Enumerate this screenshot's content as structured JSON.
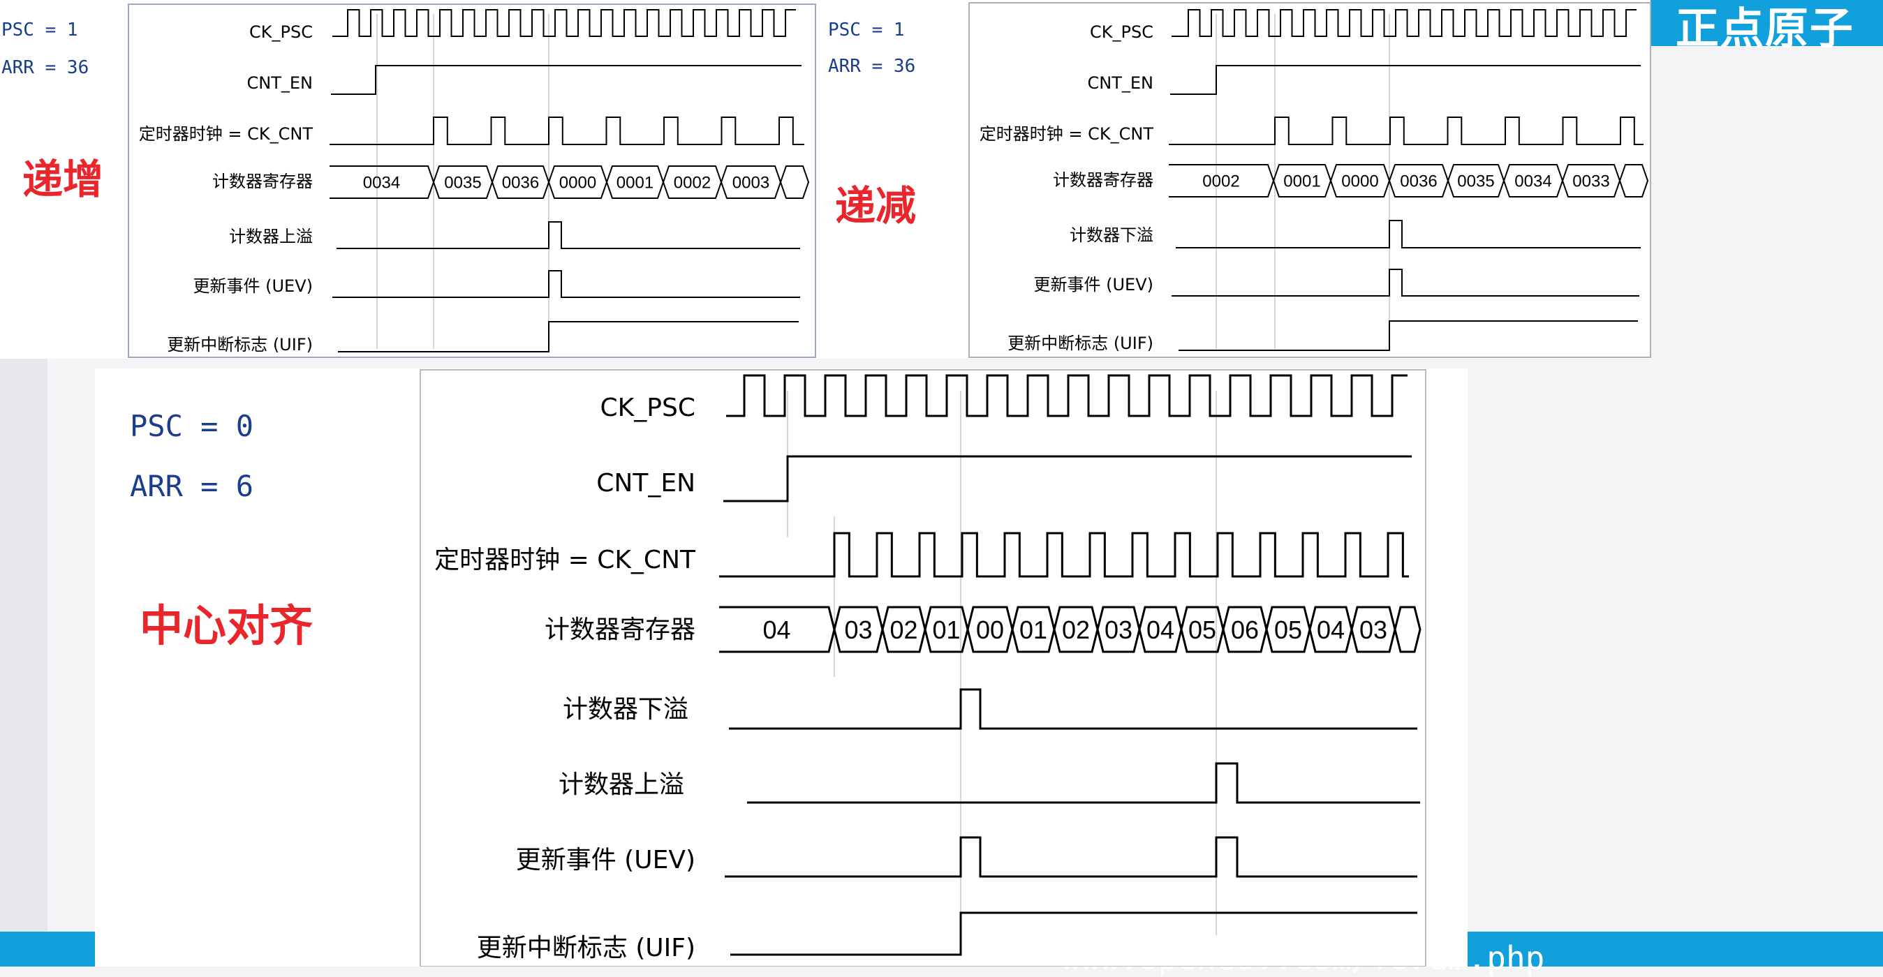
{
  "diagrams": [
    {
      "mode": "递增",
      "params": [
        "PSC = 1",
        "ARR = 36"
      ],
      "signals": {
        "ck_psc": "CK_PSC",
        "cnt_en": "CNT_EN",
        "timer_clock": "定时器时钟 = CK_CNT",
        "counter_register": "计数器寄存器",
        "overflow": "计数器上溢",
        "uev": "更新事件 (UEV)",
        "uif": "更新中断标志 (UIF)"
      },
      "register_values": [
        "0034",
        "0035",
        "0036",
        "0000",
        "0001",
        "0002",
        "0003"
      ]
    },
    {
      "mode": "递减",
      "params": [
        "PSC = 1",
        "ARR = 36"
      ],
      "signals": {
        "ck_psc": "CK_PSC",
        "cnt_en": "CNT_EN",
        "timer_clock": "定时器时钟 = CK_CNT",
        "counter_register": "计数器寄存器",
        "underflow": "计数器下溢",
        "uev": "更新事件 (UEV)",
        "uif": "更新中断标志 (UIF)"
      },
      "register_values": [
        "0002",
        "0001",
        "0000",
        "0036",
        "0035",
        "0034",
        "0033"
      ]
    },
    {
      "mode": "中心对齐",
      "params": [
        "PSC = 0",
        "ARR = 6"
      ],
      "signals": {
        "ck_psc": "CK_PSC",
        "cnt_en": "CNT_EN",
        "timer_clock": "定时器时钟 = CK_CNT",
        "counter_register": "计数器寄存器",
        "underflow": "计数器下溢",
        "overflow": "计数器上溢",
        "uev": "更新事件 (UEV)",
        "uif": "更新中断标志 (UIF)"
      },
      "register_values": [
        "04",
        "03",
        "02",
        "01",
        "00",
        "01",
        "02",
        "03",
        "04",
        "05",
        "06",
        "05",
        "04",
        "03"
      ]
    }
  ],
  "brand_text": "正点原子",
  "footer_text": "www.openedv.com/forum.php",
  "colors": {
    "mode_label": "#e8262b",
    "param_text": "#1a3d8c",
    "banner": "#11a0dc",
    "waveform": "#000000"
  }
}
